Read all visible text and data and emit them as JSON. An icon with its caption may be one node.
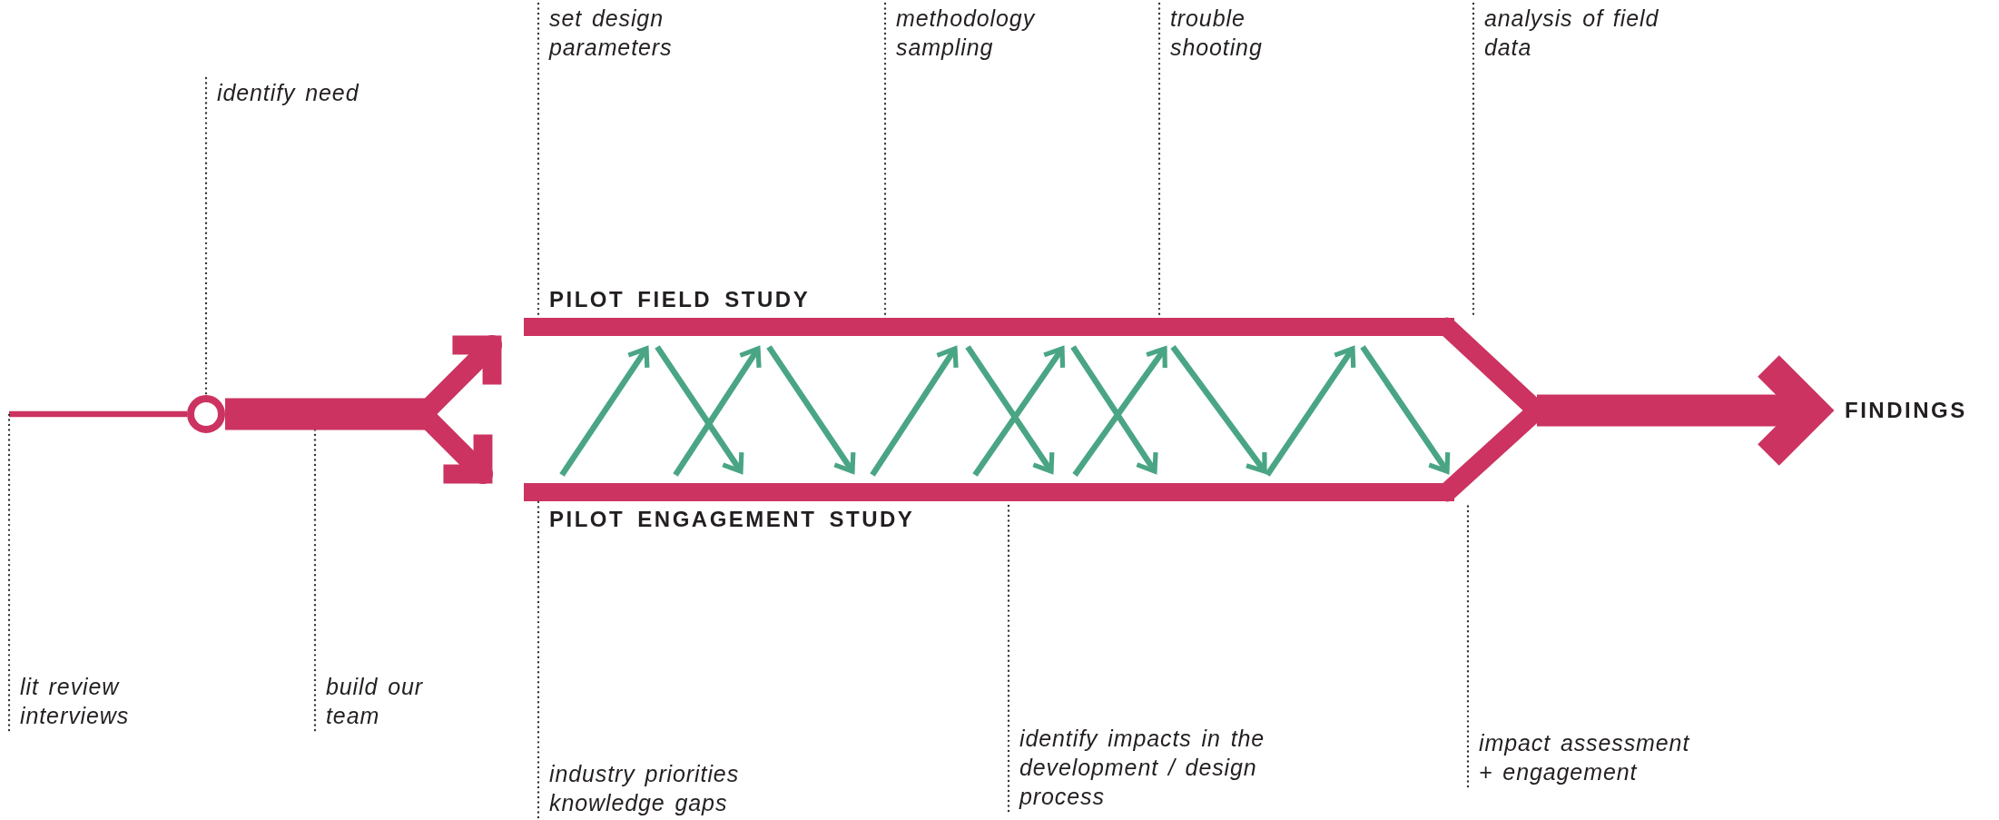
{
  "diagram": {
    "nodes": [
      {
        "text": [],
        "shape": "circle"
      },
      {
        "text": [
          "PILOT FIELD STUDY"
        ]
      },
      {
        "text": [
          "PILOT ENGAGEMENT STUDY"
        ]
      },
      {
        "text": [
          "FINDINGS"
        ]
      },
      {
        "text": [
          "set design parameters"
        ]
      },
      {
        "text": [
          "methodology sampling"
        ]
      },
      {
        "text": [
          "trouble shooting"
        ]
      },
      {
        "text": [
          "analysis of field data"
        ]
      },
      {
        "text": [
          "identify need"
        ]
      },
      {
        "text": [
          "lit review interviews"
        ]
      },
      {
        "text": [
          "build our team"
        ]
      },
      {
        "text": [
          "industry priorities knowledge gaps"
        ]
      },
      {
        "text": [
          "identify impacts in the development / design process"
        ]
      },
      {
        "text": [
          "impact assessment + engagement"
        ]
      }
    ],
    "edges": [
      {
        "from": null,
        "to": 0,
        "arrow": "none",
        "color": "#cc3361"
      },
      {
        "from": 0,
        "to": 1,
        "arrow": "to",
        "style": "thick",
        "color": "#cc3361"
      },
      {
        "from": 0,
        "to": 2,
        "arrow": "to",
        "style": "thick",
        "color": "#cc3361"
      },
      {
        "from": 1,
        "to": 3,
        "arrow": "to",
        "style": "thick",
        "color": "#cc3361"
      },
      {
        "from": 2,
        "to": 3,
        "arrow": "to",
        "style": "thick",
        "color": "#cc3361"
      },
      {
        "from": 2,
        "to": 1,
        "arrow": "to"
      },
      {
        "from": 1,
        "to": 2,
        "arrow": "to"
      },
      {
        "from": 2,
        "to": 1,
        "arrow": "to"
      },
      {
        "from": 1,
        "to": 2,
        "arrow": "to"
      },
      {
        "from": 2,
        "to": 1,
        "arrow": "to"
      },
      {
        "from": 1,
        "to": 2,
        "arrow": "to"
      },
      {
        "from": 2,
        "to": 1,
        "arrow": "to"
      },
      {
        "from": 1,
        "to": 2,
        "arrow": "to"
      },
      {
        "from": 2,
        "to": 1,
        "arrow": "to"
      },
      {
        "from": 1,
        "to": 2,
        "arrow": "to"
      },
      {
        "from": 2,
        "to": 1,
        "arrow": "to"
      },
      {
        "from": 1,
        "to": 2,
        "arrow": "to"
      },
      {
        "from": 4,
        "to": 1,
        "arrow": "none",
        "style": "dashed",
        "color": "#333333"
      },
      {
        "from": 5,
        "to": 1,
        "arrow": "none",
        "style": "dashed",
        "color": "#333333"
      },
      {
        "from": 6,
        "to": 1,
        "arrow": "none",
        "style": "dashed",
        "color": "#333333"
      },
      {
        "from": 7,
        "to": 1,
        "arrow": "none",
        "style": "dashed",
        "color": "#333333"
      },
      {
        "from": 8,
        "to": 0,
        "arrow": "none",
        "style": "dashed",
        "color": "#333333"
      },
      {
        "from": 9,
        "to": null,
        "arrow": "none",
        "style": "dashed",
        "color": "#333333"
      },
      {
        "from": 10,
        "to": null,
        "arrow": "none",
        "style": "dashed",
        "color": "#333333"
      },
      {
        "from": 11,
        "to": 2,
        "arrow": "none",
        "style": "dashed",
        "color": "#333333"
      },
      {
        "from": 12,
        "to": 2,
        "arrow": "none",
        "style": "dashed",
        "color": "#333333"
      },
      {
        "from": 13,
        "to": 2,
        "arrow": "none",
        "style": "dashed",
        "color": "#333333"
      }
    ]
  }
}
